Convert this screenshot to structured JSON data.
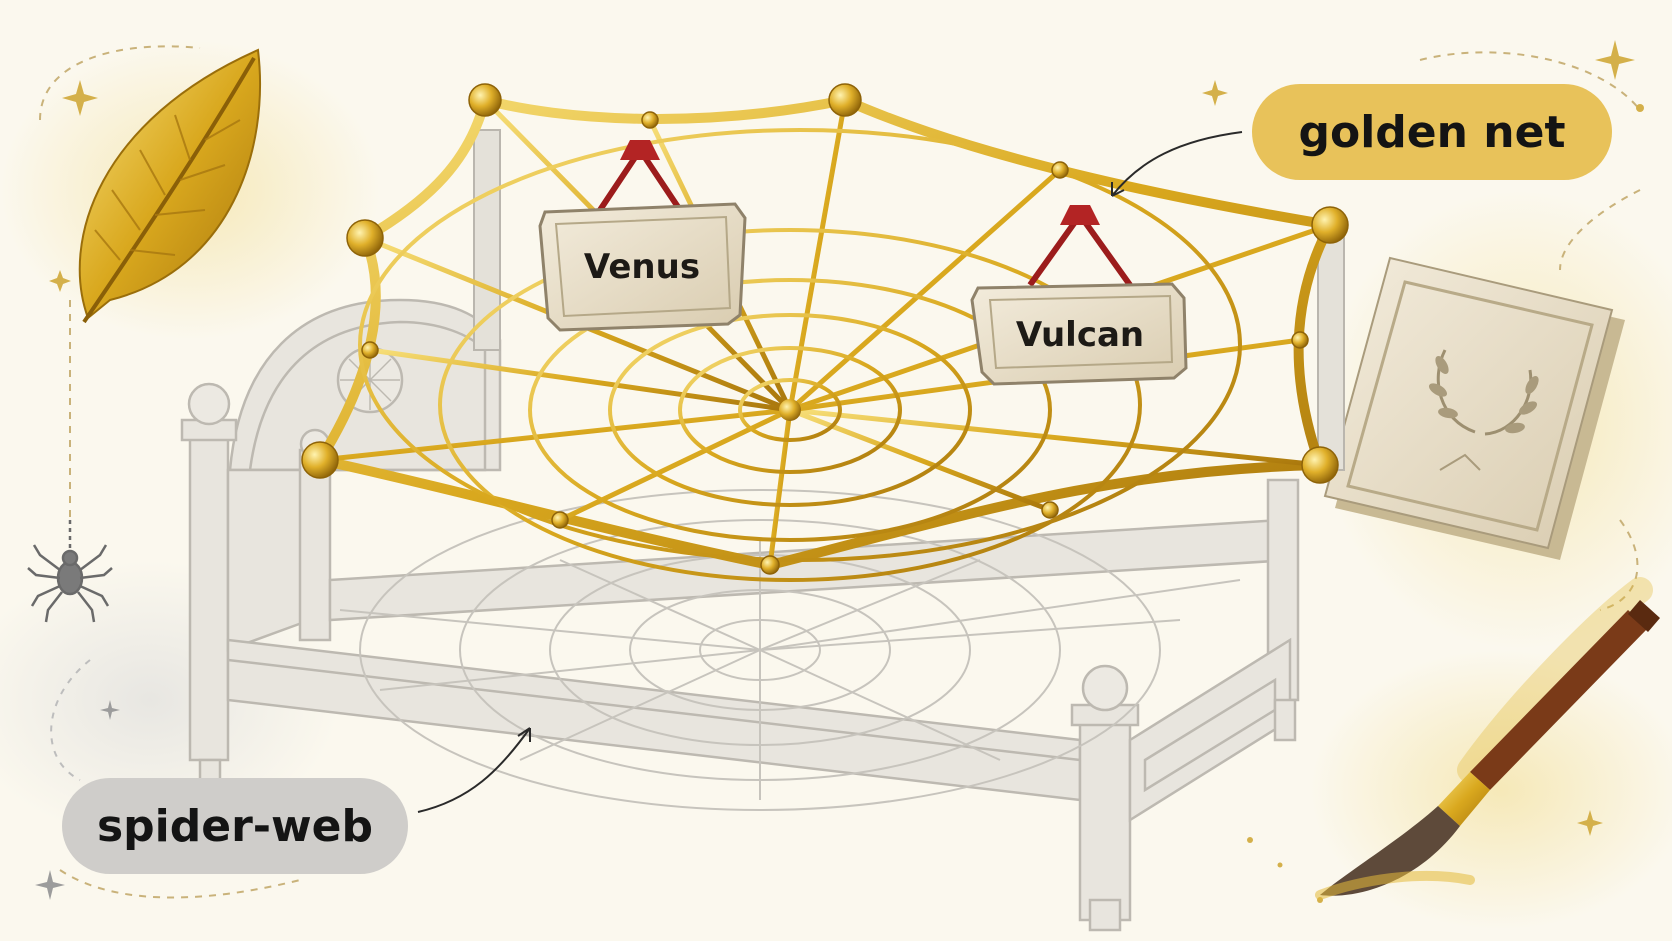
{
  "labels": {
    "golden_net": "golden net",
    "spider_web": "spider-web",
    "plaque_left": "Venus",
    "plaque_right": "Vulcan"
  },
  "colors": {
    "gold": "#d9a81e",
    "gold_light": "#f4d66a",
    "gold_dark": "#9a6e0a",
    "bed_stone": "#e6e3dc",
    "bed_line": "#b9b5ad",
    "ribbon": "#9c1c1c",
    "tag_gold": "#e8c25a",
    "tag_grey": "#cfcdca",
    "background": "#fbf8ee"
  },
  "icons": [
    "gold-leaf-icon",
    "spider-icon",
    "stone-tablet-laurel-icon",
    "paintbrush-icon",
    "sparkle-icon"
  ]
}
